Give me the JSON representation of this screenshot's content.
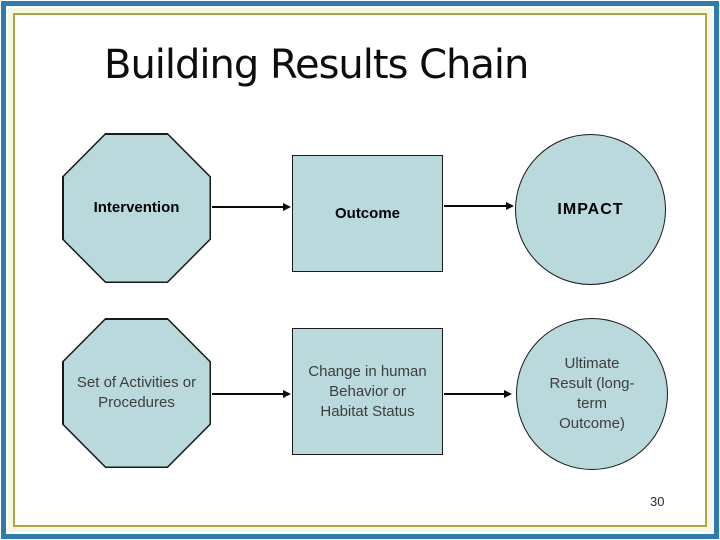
{
  "slide": {
    "title": "Building Results Chain",
    "page_number": "30"
  },
  "theme": {
    "shape_fill": "#bad9dc",
    "shape_border": "#1a1a1a",
    "frame_blue": "#2d7cad",
    "frame_cream": "#f5f7e2",
    "frame_olive": "#ada444",
    "row1_text": "#000000",
    "row2_text": "#3d3d3d"
  },
  "diagram": {
    "rows": [
      {
        "octagon": "Intervention",
        "rectangle": "Outcome",
        "circle": "IMPACT"
      },
      {
        "octagon": "Set of Activities or Procedures",
        "rectangle": "Change in human Behavior or Habitat Status",
        "circle": "Ultimate Result (long-term Outcome)"
      }
    ]
  }
}
